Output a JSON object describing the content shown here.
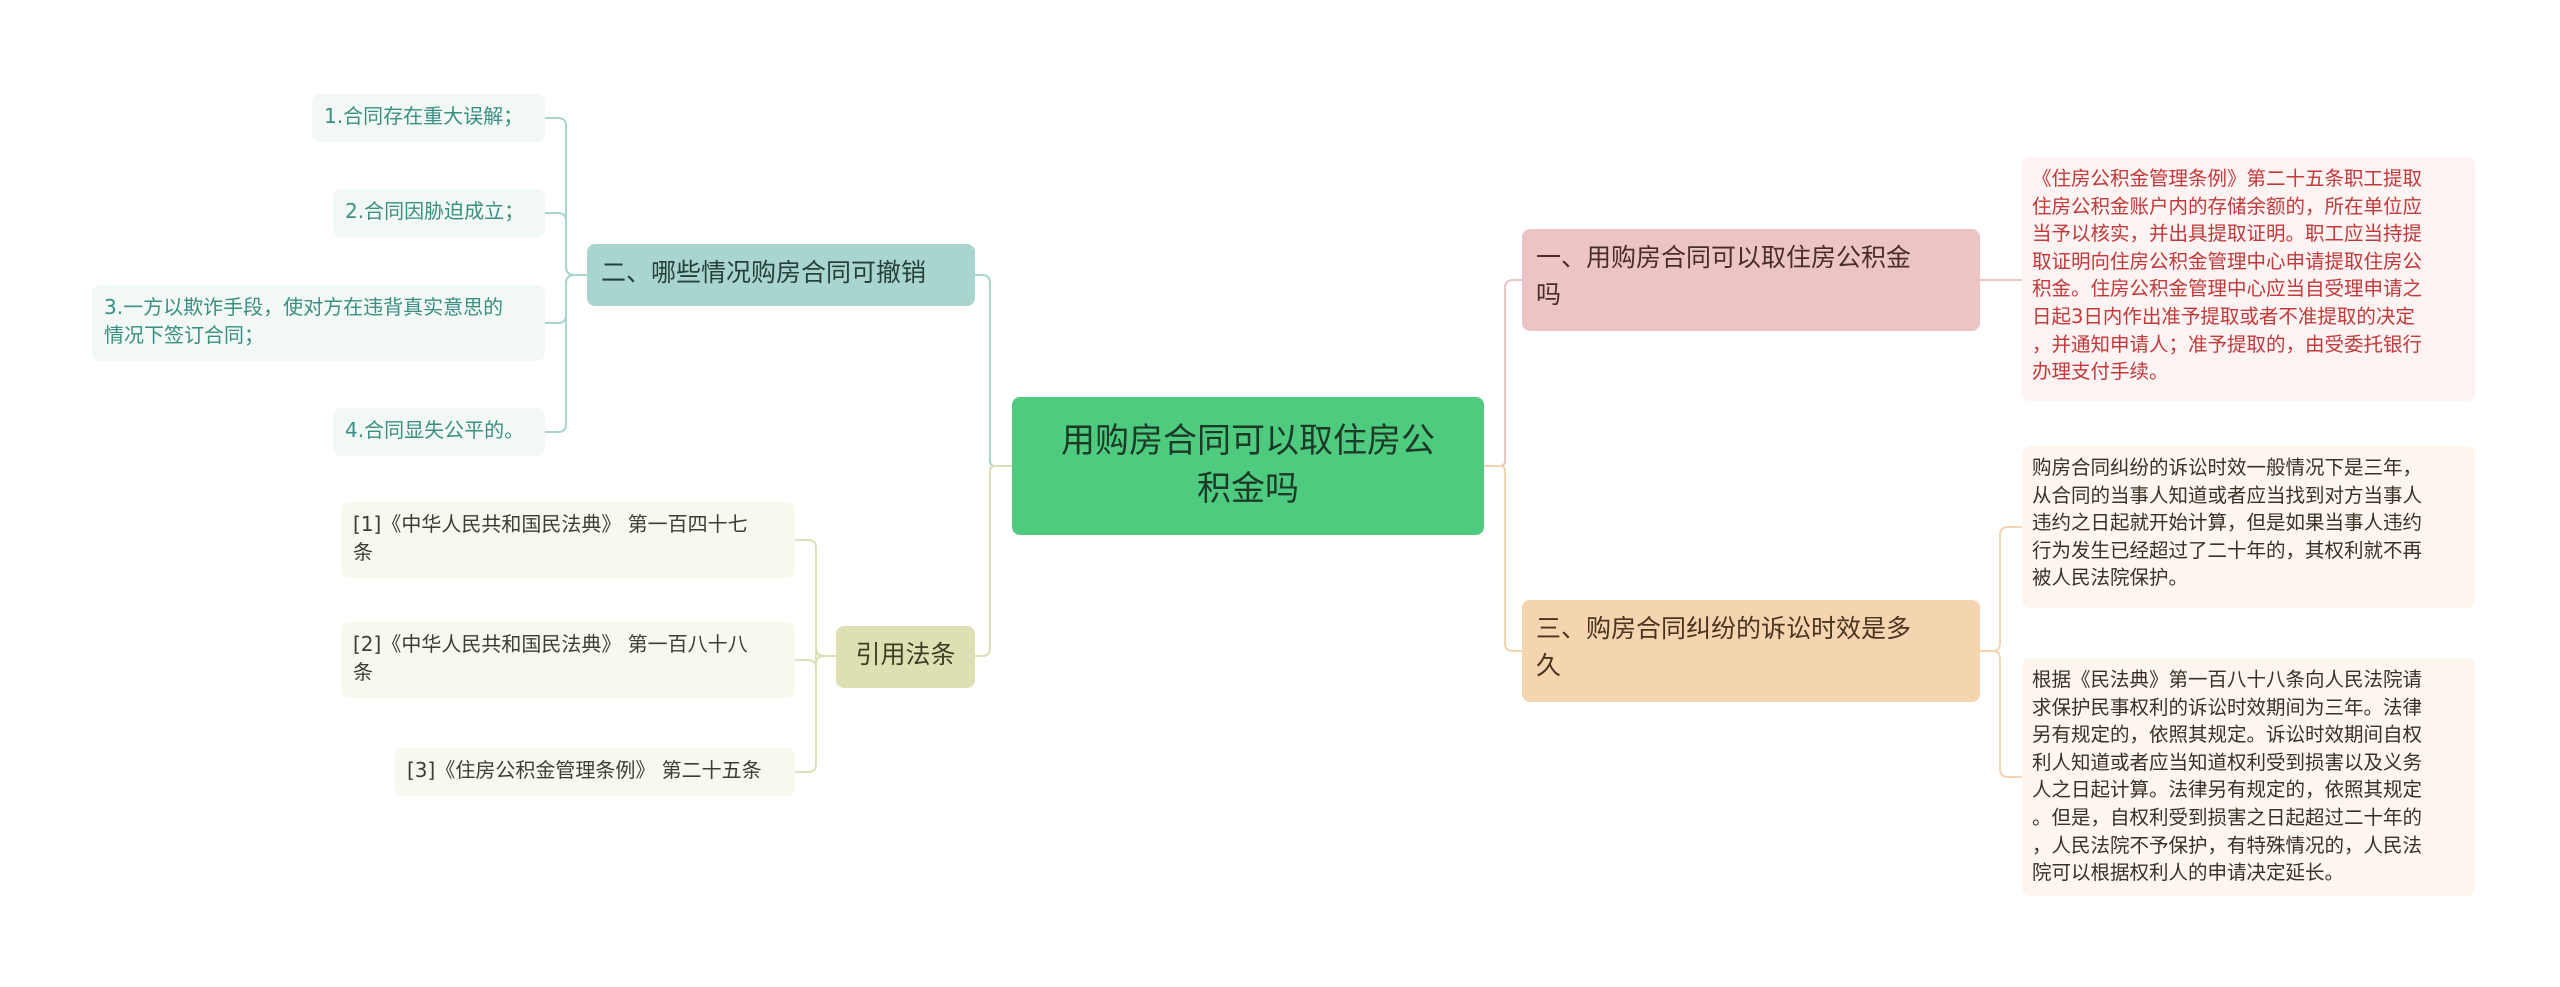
{
  "central": "用购房合同可以取住房公\n积金吗",
  "left_branches": [
    {
      "title": "二、哪些情况购房合同可撤销",
      "color": "#a8d6cf",
      "items": [
        "1.合同存在重大误解；",
        "2.合同因胁迫成立；",
        "3.一方以欺诈手段，使对方在违背真实意思的\n情况下签订合同；",
        "4.合同显失公平的。"
      ]
    },
    {
      "title": "引用法条",
      "color": "#dee0b4",
      "items": [
        "[1]《中华人民共和国民法典》 第一百四十七\n条",
        "[2]《中华人民共和国民法典》 第一百八十八\n条",
        "[3]《住房公积金管理条例》 第二十五条"
      ]
    }
  ],
  "right_branches": [
    {
      "title": "一、用购房合同可以取住房公积金\n吗",
      "color": "#ecc4c4",
      "items": [
        "《住房公积金管理条例》第二十五条职工提取\n住房公积金账户内的存储余额的，所在单位应\n当予以核实，并出具提取证明。职工应当持提\n取证明向住房公积金管理中心申请提取住房公\n积金。住房公积金管理中心应当自受理申请之\n日起3日内作出准予提取或者不准提取的决定\n，并通知申请人；准予提取的，由受委托银行\n办理支付手续。"
      ]
    },
    {
      "title": "三、购房合同纠纷的诉讼时效是多\n久",
      "color": "#f5d4b0",
      "items": [
        "购房合同纠纷的诉讼时效一般情况下是三年，\n从合同的当事人知道或者应当找到对方当事人\n违约之日起就开始计算，但是如果当事人违约\n行为发生已经超过了二十年的，其权利就不再\n被人民法院保护。",
        "根据《民法典》第一百八十八条向人民法院请\n求保护民事权利的诉讼时效期间为三年。法律\n另有规定的，依照其规定。诉讼时效期间自权\n利人知道或者应当知道权利受到损害以及义务\n人之日起计算。法律另有规定的，依照其规定\n。但是，自权利受到损害之日起超过二十年的\n，人民法院不予保护，有特殊情况的，人民法\n院可以根据权利人的申请决定延长。"
      ]
    }
  ]
}
